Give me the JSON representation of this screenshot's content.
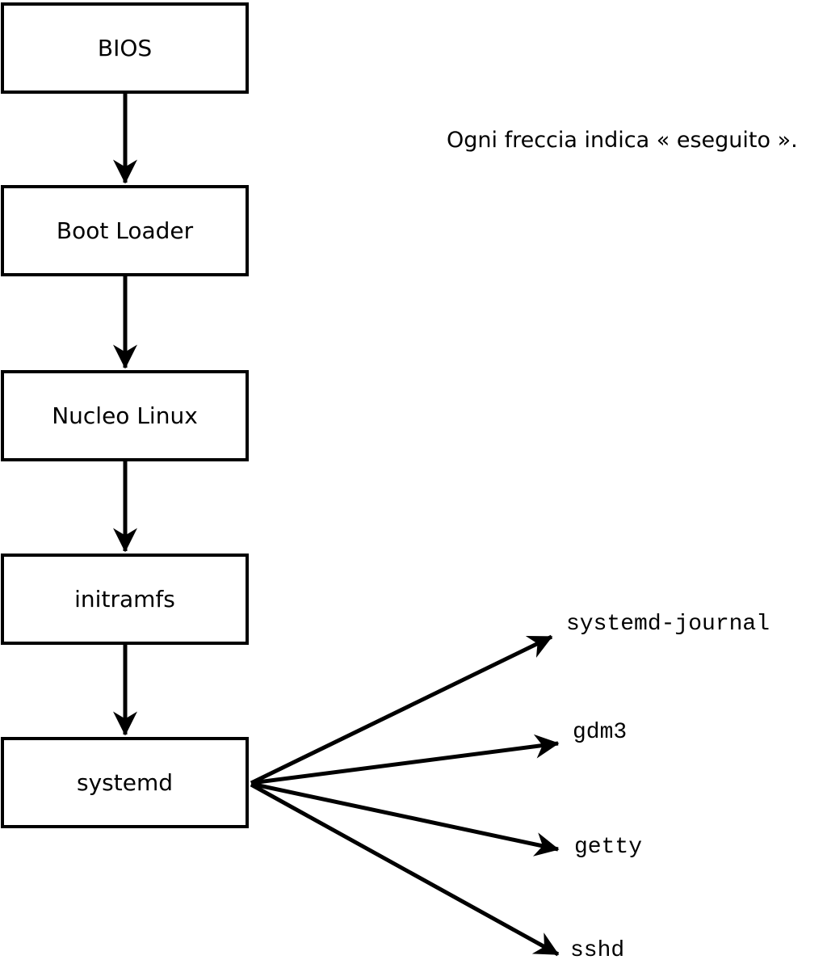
{
  "annotation": "Ogni freccia indica « eseguito ».",
  "boxes": [
    {
      "id": "bios",
      "label": "BIOS"
    },
    {
      "id": "bootloader",
      "label": "Boot Loader"
    },
    {
      "id": "kernel",
      "label": "Nucleo Linux"
    },
    {
      "id": "initramfs",
      "label": "initramfs"
    },
    {
      "id": "systemd",
      "label": "systemd"
    }
  ],
  "services": [
    {
      "label": "systemd-journal"
    },
    {
      "label": "gdm3"
    },
    {
      "label": "getty"
    },
    {
      "label": "sshd"
    }
  ],
  "colors": {
    "line": "#000000",
    "background": "#ffffff"
  }
}
